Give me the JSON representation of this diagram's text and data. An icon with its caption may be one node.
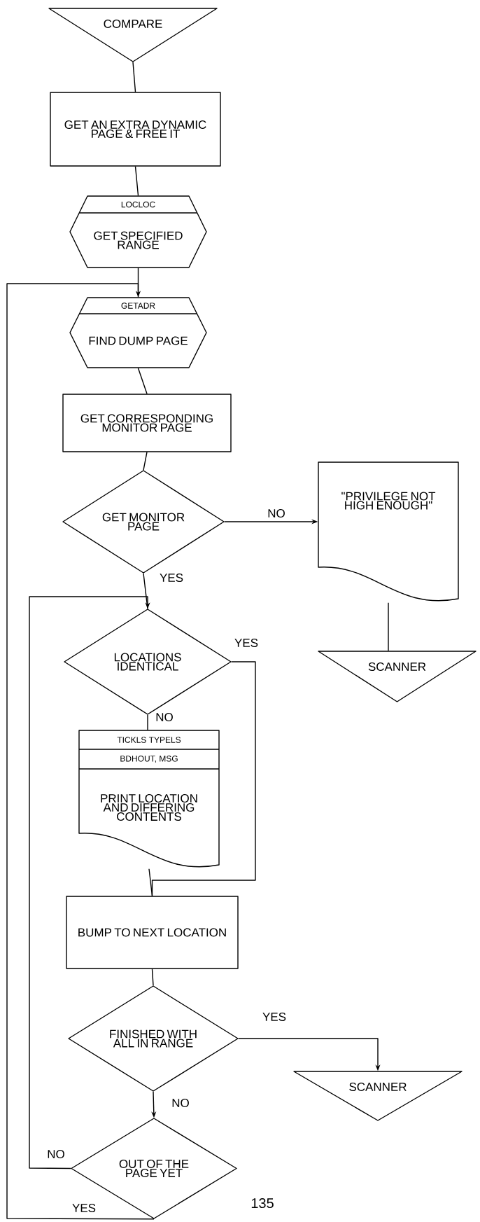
{
  "diagram": {
    "nodes": [
      {
        "text": [
          "COMPARE"
        ]
      },
      {
        "text": [
          "GET AN EXTRA DYNAMIC PAGE & FREE IT"
        ]
      },
      {
        "text": [
          "LOCLOC",
          "GET SPECIFIED RANGE"
        ]
      },
      {
        "text": [
          "GETADR",
          "FIND DUMP PAGE"
        ]
      },
      {
        "text": [
          "GET CORRESPONDING MONITOR PAGE"
        ]
      },
      {
        "text": [
          "GET MONITOR PAGE"
        ]
      },
      {
        "text": [
          "\"PRIVILEGE NOT HIGH ENOUGH\""
        ]
      },
      {
        "text": [
          "SCANNER"
        ]
      },
      {
        "text": [
          "LOCATIONS IDENTICAL"
        ]
      },
      {
        "text": [
          "TICKLS TYPELS",
          "BDHOUT, MSG",
          "PRINT LOCATION AND DIFFERING CONTENTS"
        ]
      },
      {
        "text": [
          "BUMP TO NEXT LOCATION"
        ]
      },
      {
        "text": [
          "FINISHED WITH ALL IN RANGE"
        ]
      },
      {
        "text": [
          "SCANNER"
        ]
      },
      {
        "text": [
          "OUT OF THE PAGE YET"
        ]
      }
    ],
    "edges": [
      {
        "from": 0,
        "to": 1,
        "arrow": "none"
      },
      {
        "from": 1,
        "to": 2,
        "arrow": "none"
      },
      {
        "from": 2,
        "to": 3,
        "arrow": "none"
      },
      {
        "from": 3,
        "to": 4,
        "arrow": "none"
      },
      {
        "from": 4,
        "to": 5,
        "arrow": "none"
      },
      {
        "from": 5,
        "to": 6,
        "arrow": "to",
        "label": "NO"
      },
      {
        "from": 6,
        "to": 7,
        "arrow": "none"
      },
      {
        "from": 5,
        "to": 8,
        "arrow": "none",
        "label": "YES"
      },
      {
        "from": 8,
        "to": 9,
        "arrow": "none",
        "label": "NO"
      },
      {
        "from": 8,
        "to": 10,
        "arrow": "none",
        "label": "YES"
      },
      {
        "from": 9,
        "to": 10,
        "arrow": "none"
      },
      {
        "from": 10,
        "to": 11,
        "arrow": "none"
      },
      {
        "from": 11,
        "to": 12,
        "arrow": "to",
        "label": "YES"
      },
      {
        "from": 11,
        "to": 13,
        "arrow": "to",
        "label": "NO"
      },
      {
        "from": 13,
        "to": 8,
        "arrow": "to",
        "label": "NO"
      },
      {
        "from": 13,
        "to": 3,
        "arrow": "to",
        "label": "YES"
      }
    ],
    "labels": [
      "135"
    ]
  }
}
